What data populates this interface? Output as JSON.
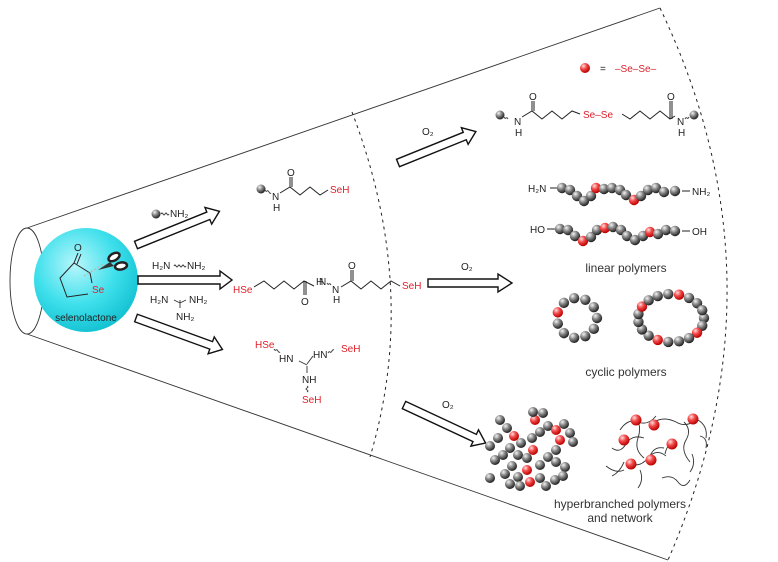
{
  "diagram": {
    "colors": {
      "sphere": "#34dbe8",
      "selenium_red": "#e0202a",
      "bead_gray": "#555555",
      "bead_red": "#ee3333",
      "arrow_fill": "#ffffff"
    },
    "monomer": {
      "label": "selenolactone",
      "atom_se": "Se",
      "atom_o": "O"
    },
    "legend": {
      "equals": "=",
      "meaning": "–Se–Se–"
    },
    "amines": {
      "mono": "NH₂",
      "di_left": "H₂N",
      "di_right": "NH₂",
      "tri_left": "H₂N",
      "tri_right": "NH₂",
      "tri_bottom": "NH₂"
    },
    "intermediates": {
      "mono_seh": "SeH",
      "mono_n": "N",
      "mono_h": "H",
      "mono_o": "O",
      "di_hse": "HSe",
      "di_seh": "SeH",
      "di_n": "N",
      "di_h": "H",
      "di_o": "O",
      "tri_hse": "HSe",
      "tri_seh_right": "SeH",
      "tri_seh_bottom": "SeH",
      "tri_hn_left": "HN",
      "tri_hn_right": "HN",
      "tri_nh": "NH"
    },
    "oxidant": "O₂",
    "dimer": {
      "sese": "Se–Se",
      "n": "N",
      "h": "H",
      "o": "O"
    },
    "linear": {
      "end_amine_left": "H₂N",
      "end_amine_right": "NH₂",
      "end_oh_left": "HO",
      "end_oh_right": "OH",
      "label": "linear polymers"
    },
    "cyclic": {
      "label": "cyclic polymers"
    },
    "hyperbranched": {
      "label_line1": "hyperbranched polymers",
      "label_line2": "and network"
    }
  }
}
